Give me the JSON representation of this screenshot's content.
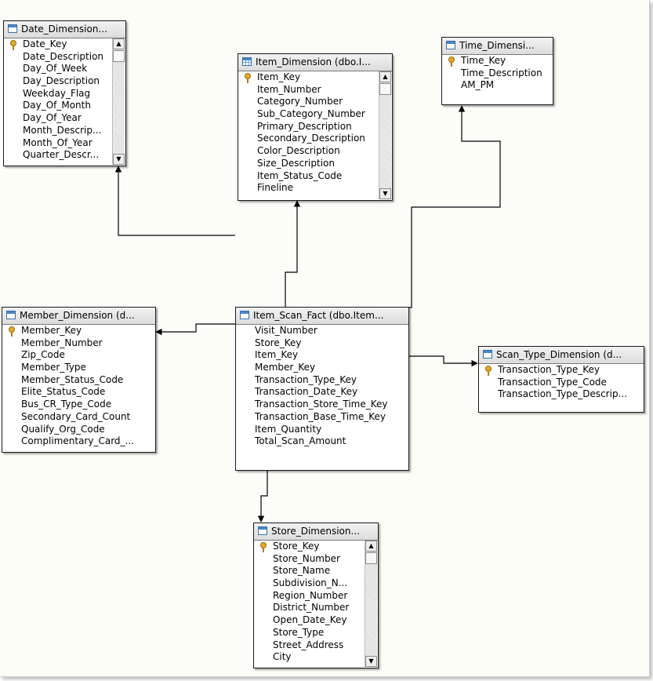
{
  "tables": {
    "date": {
      "title": "Date_Dimension...",
      "key": "Date_Key",
      "fields": [
        "Date_Description",
        "Day_Of_Week",
        "Day_Description",
        "Weekday_Flag",
        "Day_Of_Month",
        "Day_Of_Year",
        "Month_Descrip...",
        "Month_Of_Year",
        "Quarter_Descr..."
      ]
    },
    "item": {
      "title": "Item_Dimension (dbo.I...",
      "key": "Item_Key",
      "fields": [
        "Item_Number",
        "Category_Number",
        "Sub_Category_Number",
        "Primary_Description",
        "Secondary_Description",
        "Color_Description",
        "Size_Description",
        "Item_Status_Code",
        "Fineline"
      ]
    },
    "time": {
      "title": "Time_Dimensi...",
      "key": "Time_Key",
      "fields": [
        "Time_Description",
        "AM_PM"
      ]
    },
    "member": {
      "title": "Member_Dimension (d...",
      "key": "Member_Key",
      "fields": [
        "Member_Number",
        "Zip_Code",
        "Member_Type",
        "Member_Status_Code",
        "Elite_Status_Code",
        "Bus_CR_Type_Code",
        "Secondary_Card_Count",
        "Qualify_Org_Code",
        "Complimentary_Card_..."
      ]
    },
    "fact": {
      "title": "Item_Scan_Fact (dbo.Item...",
      "fields": [
        "Visit_Number",
        "Store_Key",
        "Item_Key",
        "Member_Key",
        "Transaction_Type_Key",
        "Transaction_Date_Key",
        "Transaction_Store_Time_Key",
        "Transaction_Base_Time_Key",
        "Item_Quantity",
        "Total_Scan_Amount"
      ]
    },
    "scan": {
      "title": "Scan_Type_Dimension (d...",
      "key": "Transaction_Type_Key",
      "fields": [
        "Transaction_Type_Code",
        "Transaction_Type_Descrip..."
      ]
    },
    "store": {
      "title": "Store_Dimension...",
      "key": "Store_Key",
      "fields": [
        "Store_Number",
        "Store_Name",
        "Subdivision_N...",
        "Region_Number",
        "District_Number",
        "Open_Date_Key",
        "Store_Type",
        "Street_Address",
        "City"
      ]
    }
  },
  "icons": {
    "table": "table-icon",
    "key": "primary-key-icon",
    "scroll_up": "scroll-up-arrow-icon",
    "scroll_down": "scroll-down-arrow-icon"
  },
  "colors": {
    "header_bg": "#dcdcdc",
    "line": "#000000",
    "key": "#e2a82a"
  }
}
